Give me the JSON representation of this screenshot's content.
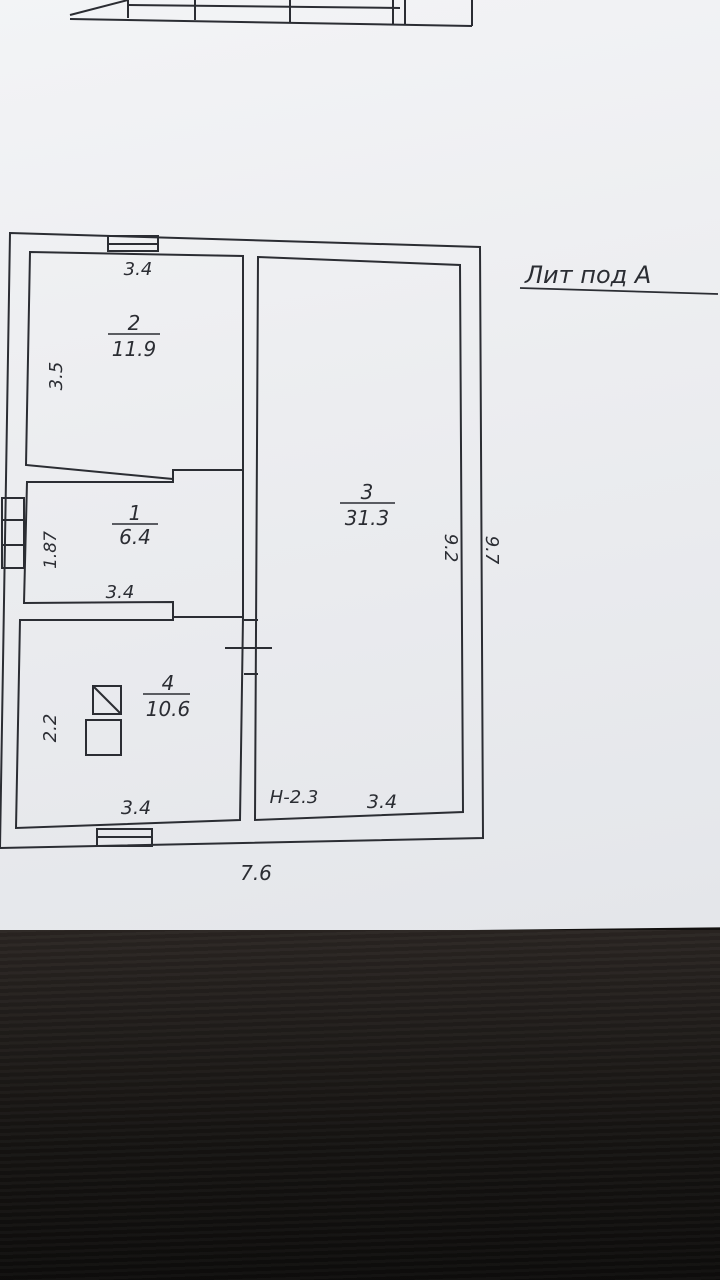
{
  "title": "Лит под А",
  "rooms": [
    {
      "number": "2",
      "area": "11.9"
    },
    {
      "number": "1",
      "area": "6.4"
    },
    {
      "number": "4",
      "area": "10.6"
    },
    {
      "number": "3",
      "area": "31.3"
    }
  ],
  "dimensions": {
    "room2_width": "3.4",
    "room2_height": "3.5",
    "room1_height": "1.87",
    "room1_width": "3.4",
    "room4_height": "2.2",
    "room4_width": "3.4",
    "room3_inner_height": "9.2",
    "room3_width": "3.4",
    "ceiling_height": "H-2.3",
    "overall_height": "9.7",
    "overall_width": "7.6"
  },
  "colors": {
    "ink": "#2b2d33",
    "paper": "#eceef1",
    "table": "#1c1a18"
  }
}
